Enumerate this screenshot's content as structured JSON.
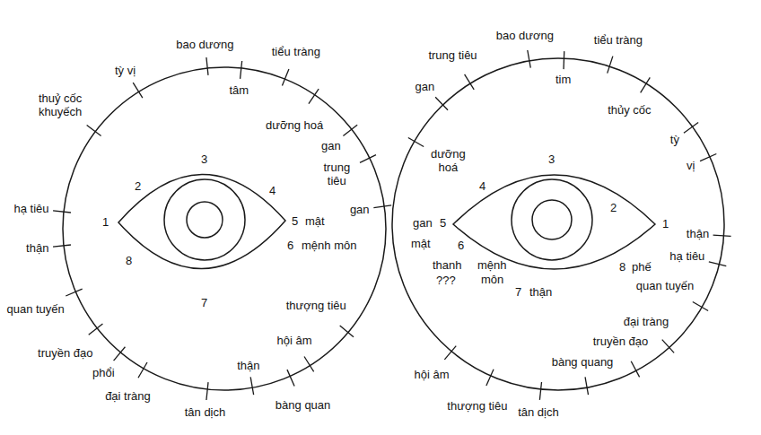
{
  "diagram": {
    "labels": [
      "bao dương",
      "tỳ vị",
      "thuỷ cốc khuyếch",
      "tiểu tràng",
      "tâm",
      "dưỡng hoá",
      "gan",
      "trung tiêu",
      "gan",
      "thận",
      "hạ tiêu",
      "quan tuyến",
      "truyền đạo",
      "phổi",
      "đại tràng",
      "tân dịch",
      "bàng quan",
      "thận",
      "hội âm",
      "thượng tiêu",
      "3",
      "2",
      "1",
      "8",
      "4",
      "5",
      "mật",
      "6",
      "mệnh môn",
      "7",
      "trung tiêu",
      "gan",
      "bao dương",
      "tim",
      "tiểu tràng",
      "thủy cốc",
      "tỳ",
      "vị",
      "thận",
      "hạ tiêu",
      "quan tuyến",
      "đại tràng",
      "truyền đạo",
      "bàng quang",
      "tân dịch",
      "thượng tiêu",
      "hội âm",
      "dưỡng hoá",
      "3",
      "4",
      "2",
      "1",
      "5",
      "gan",
      "mật",
      "6",
      "thanh",
      "???",
      "mệnh",
      "môn",
      "7",
      "thận",
      "8",
      "phế"
    ]
  }
}
